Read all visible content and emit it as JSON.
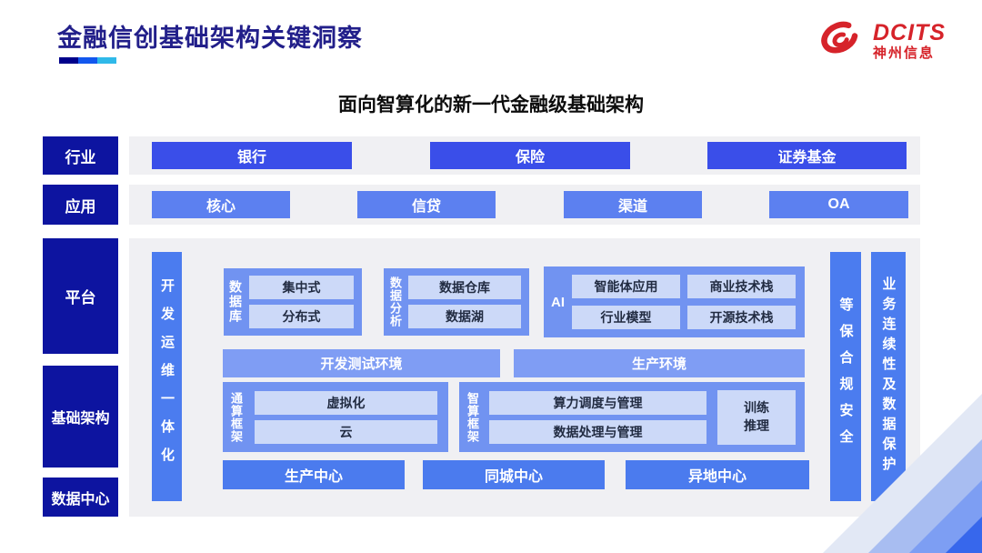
{
  "header": {
    "title": "金融信创基础架构关键洞察",
    "logo": {
      "brand": "DCITS",
      "subbrand": "神州信息"
    }
  },
  "subtitle": "面向智算化的新一代金融级基础架构",
  "left_labels": {
    "industry": "行业",
    "application": "应用",
    "platform": "平台",
    "infrastructure": "基础架构",
    "datacenter": "数据中心"
  },
  "industry_row": {
    "items": [
      "银行",
      "保险",
      "证券基金"
    ]
  },
  "application_row": {
    "items": [
      "核心",
      "信贷",
      "渠道",
      "OA"
    ]
  },
  "platform": {
    "devops_bar": "开发运维一体化",
    "database": {
      "label": "数据库",
      "items": [
        "集中式",
        "分布式"
      ]
    },
    "analytics": {
      "label": "数据分析",
      "items": [
        "数据仓库",
        "数据湖"
      ]
    },
    "ai": {
      "label": "AI",
      "items": [
        "智能体应用",
        "商业技术栈",
        "行业模型",
        "开源技术栈"
      ]
    },
    "env_bars": [
      "开发测试环境",
      "生产环境"
    ]
  },
  "infrastructure": {
    "general": {
      "label": "通算框架",
      "items": [
        "虚拟化",
        "云"
      ]
    },
    "intelligent": {
      "label": "智算框架",
      "items": [
        "算力调度与管理",
        "数据处理与管理"
      ],
      "side": [
        "训练",
        "推理"
      ]
    }
  },
  "datacenter_row": {
    "items": [
      "生产中心",
      "同城中心",
      "异地中心"
    ]
  },
  "security_bars": [
    "等保合规安全",
    "业务连续性及数据保护"
  ],
  "colors": {
    "navy_label": "#0d14a0",
    "title": "#221f8a",
    "industry_button": "#3a4ee9",
    "application_button": "#5c80f0",
    "vertical_bar": "#4b7cef",
    "group_box": "#7193f1",
    "env_bar": "#7f9df4",
    "inner_cell": "#ccd9f8",
    "band_bg": "#f0f0f3",
    "logo_red": "#d6232a",
    "underline": [
      "#00008b",
      "#1257ee",
      "#2fb9e9"
    ]
  }
}
